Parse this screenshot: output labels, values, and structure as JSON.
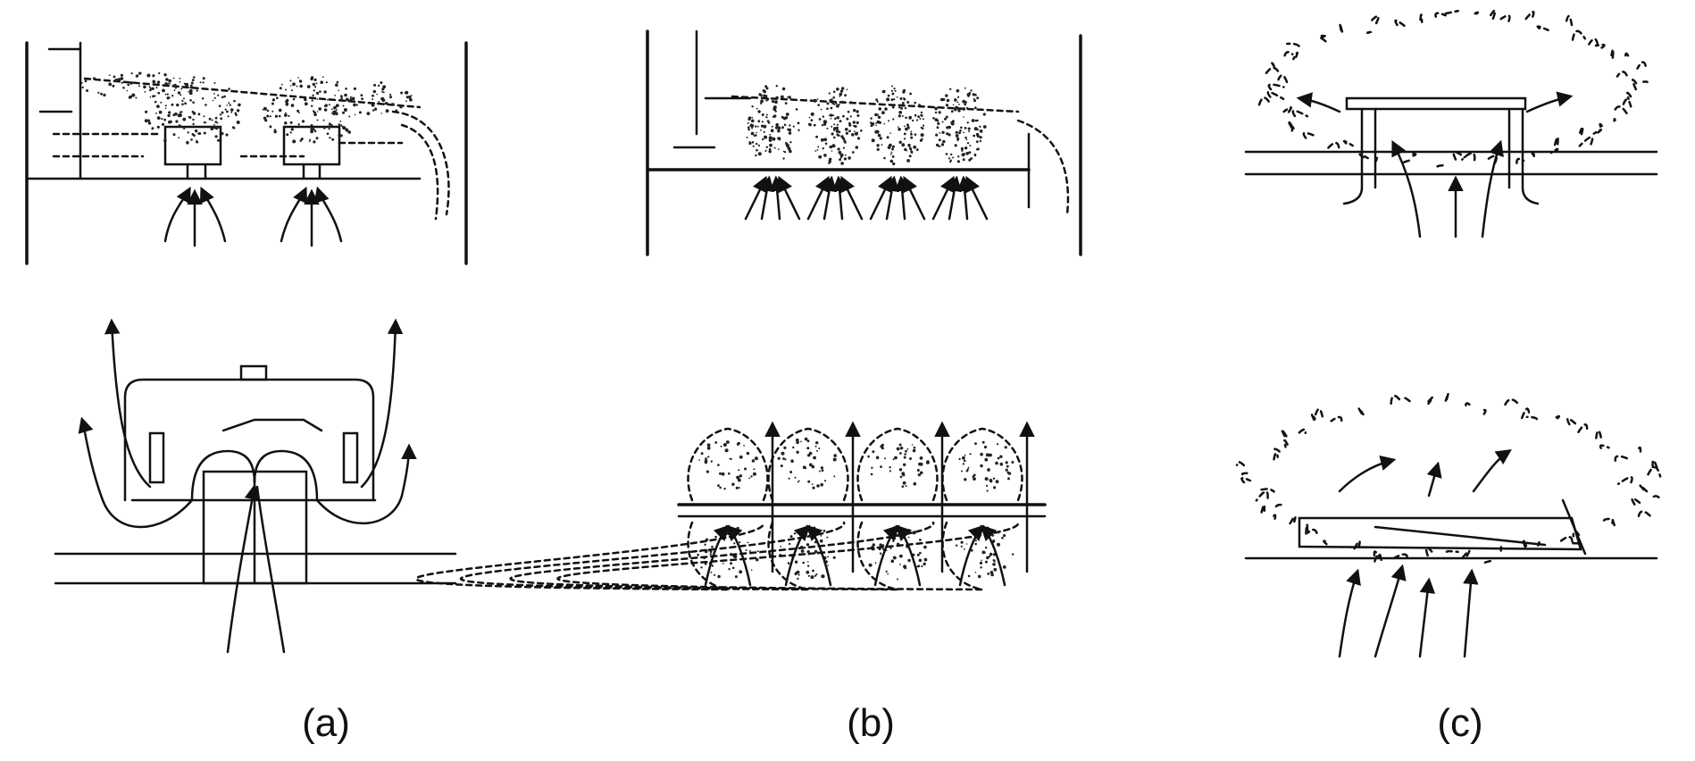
{
  "figure": {
    "panels": [
      {
        "id": "a",
        "caption": "(a)"
      },
      {
        "id": "b",
        "caption": "(b)"
      },
      {
        "id": "c",
        "caption": "(c)"
      }
    ],
    "colors": {
      "ink": "#111111",
      "background": "#ffffff"
    }
  }
}
